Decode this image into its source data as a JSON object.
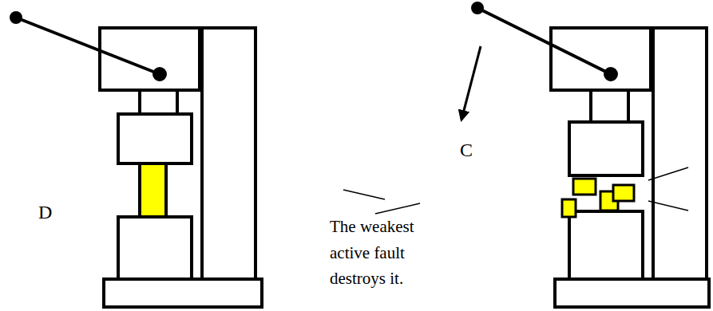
{
  "diagram": {
    "labels": [
      "D",
      "C",
      "The weakest active fault destroys it."
    ]
  }
}
